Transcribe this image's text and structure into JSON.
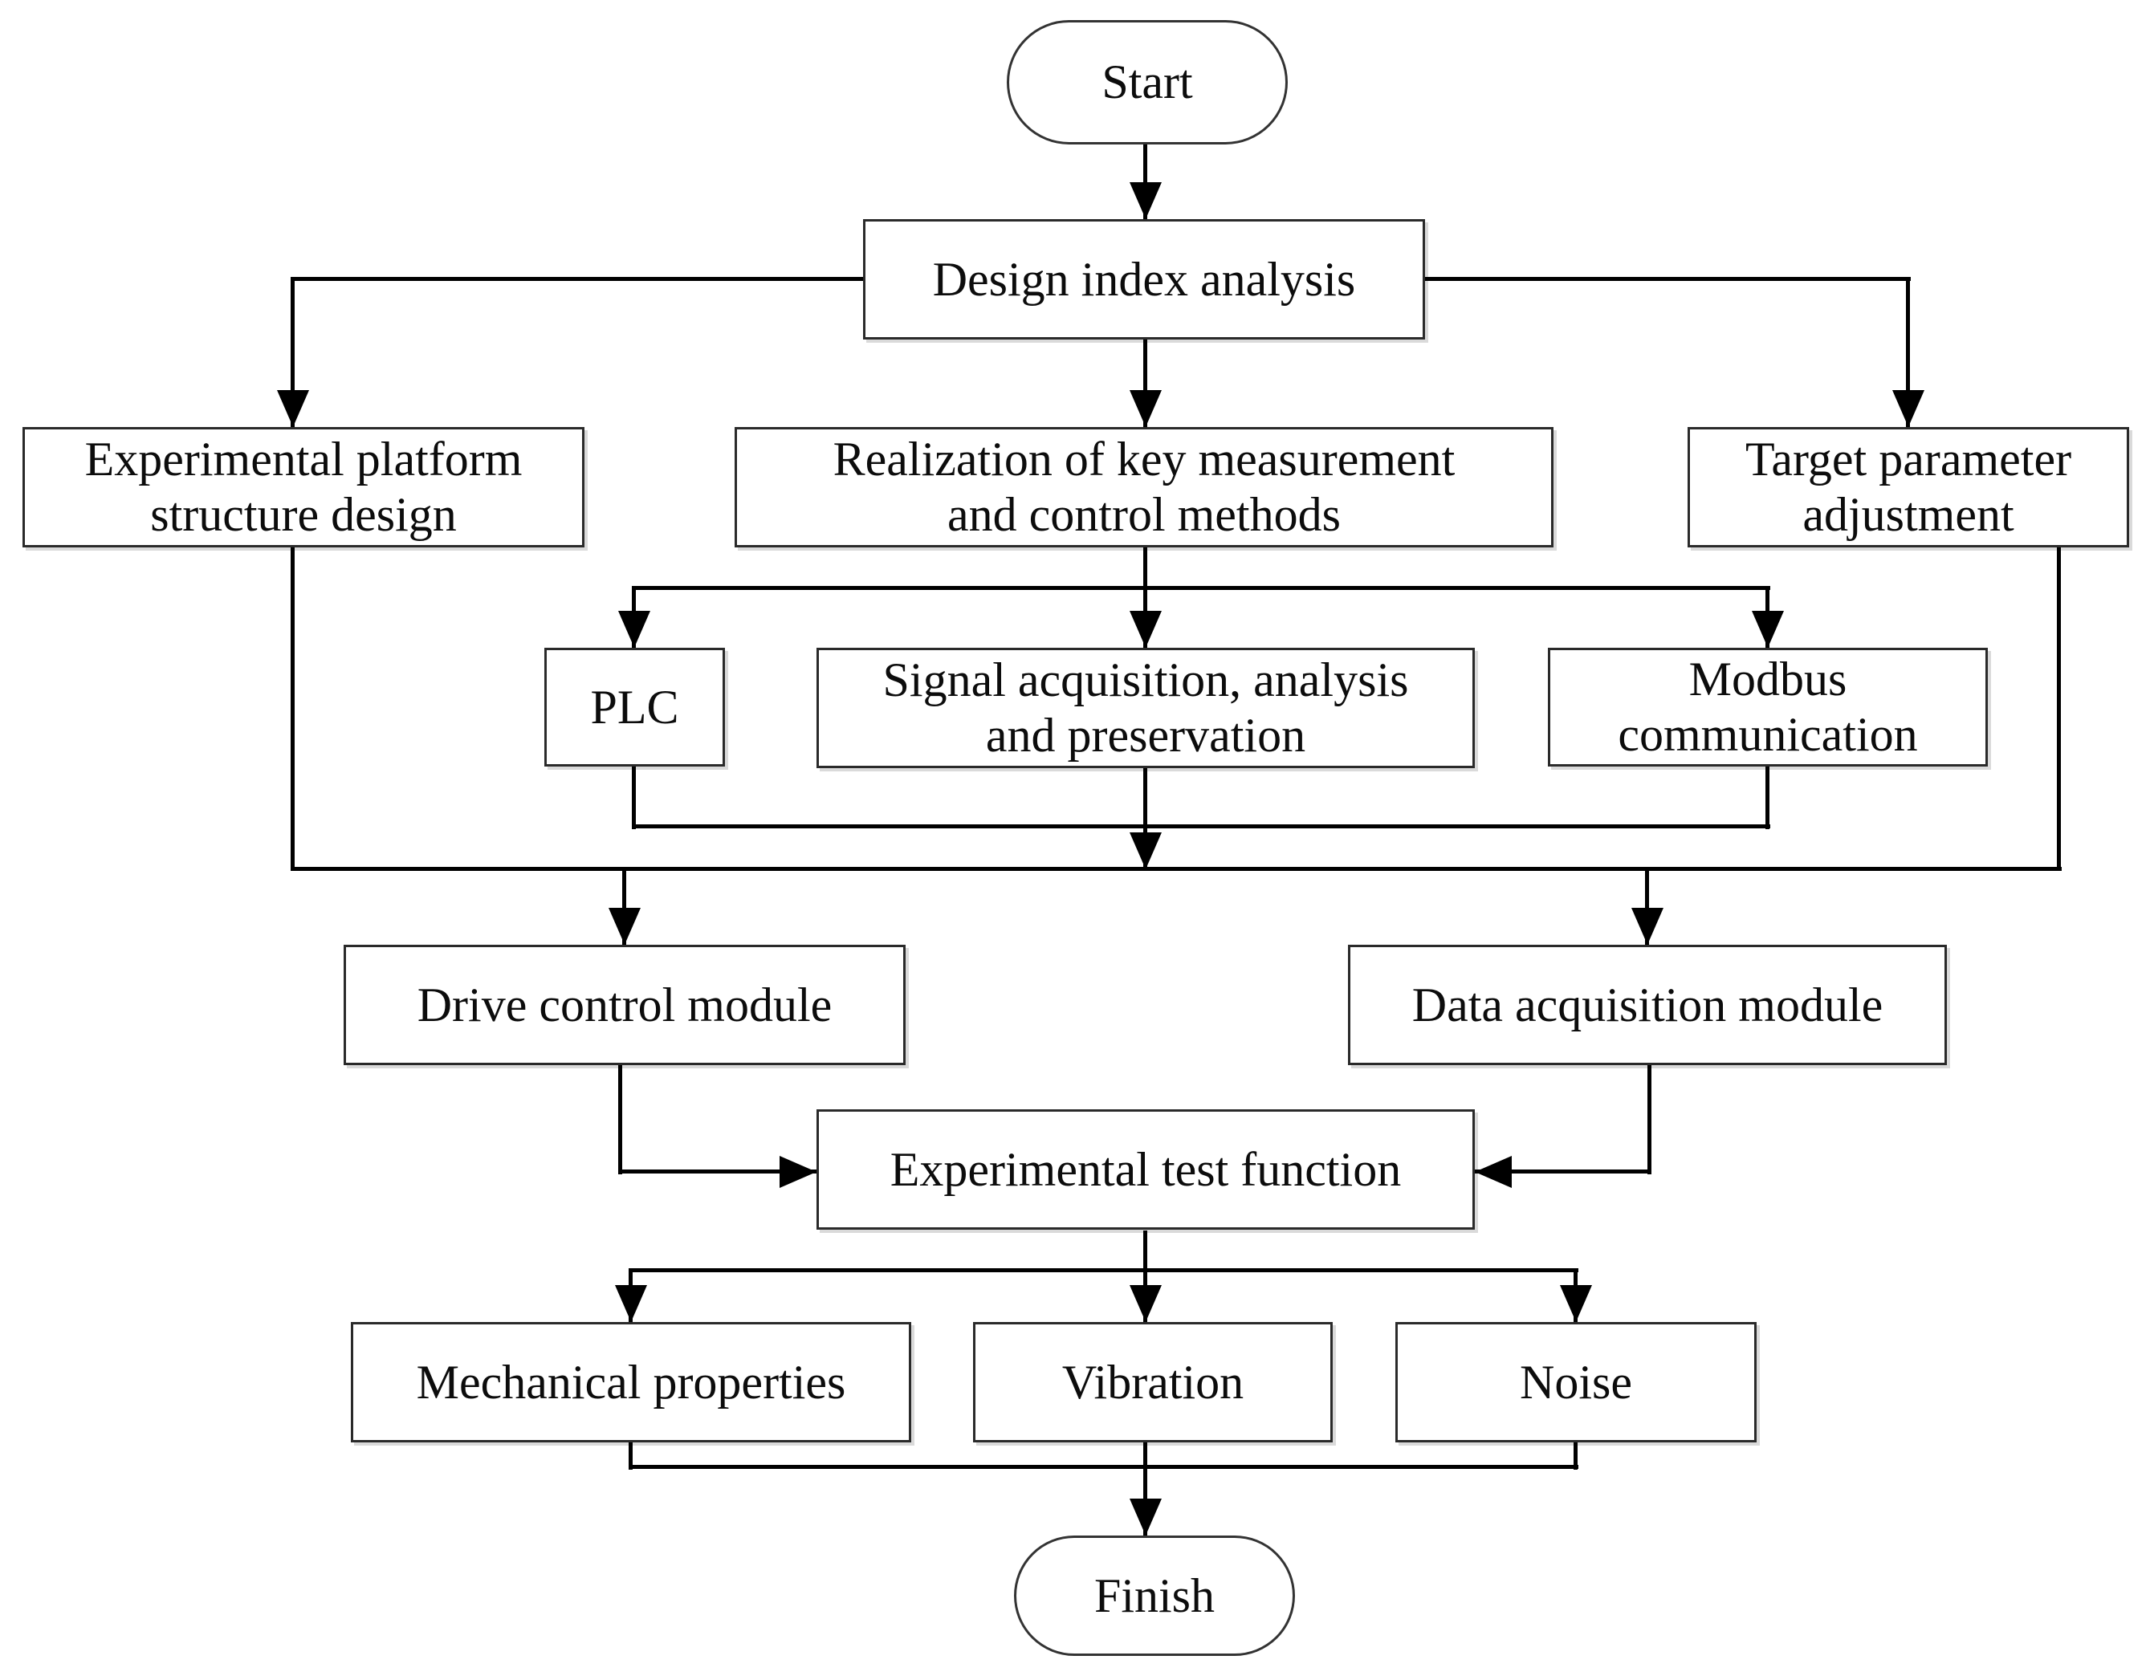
{
  "diagram": {
    "type": "flowchart",
    "colors": {
      "background": "#ffffff",
      "line": "#000000",
      "node_border": "#2a2a2a",
      "text": "#0c0c0c"
    },
    "nodes": {
      "start": "Start",
      "design_index": "Design index analysis",
      "experimental_platform": "Experimental platform structure design",
      "realization": "Realization of key measurement and control methods",
      "target_parameter": "Target parameter adjustment",
      "plc": "PLC",
      "signal_acquisition": "Signal acquisition, analysis and preservation",
      "modbus": "Modbus communication",
      "drive_control": "Drive control module",
      "data_acquisition": "Data acquisition module",
      "experimental_test": "Experimental test function",
      "mechanical": "Mechanical properties",
      "vibration": "Vibration",
      "noise": "Noise",
      "finish": "Finish"
    },
    "edges": [
      "start -> design_index",
      "design_index -> experimental_platform",
      "design_index -> realization",
      "design_index -> target_parameter",
      "realization -> plc",
      "realization -> signal_acquisition",
      "realization -> modbus",
      "experimental_platform -> module_bus",
      "plc -> module_bus",
      "signal_acquisition -> module_bus",
      "modbus -> module_bus",
      "target_parameter -> module_bus",
      "module_bus -> drive_control",
      "module_bus -> data_acquisition",
      "drive_control -> experimental_test",
      "data_acquisition -> experimental_test",
      "experimental_test -> mechanical",
      "experimental_test -> vibration",
      "experimental_test -> noise",
      "mechanical -> finish",
      "vibration -> finish",
      "noise -> finish"
    ]
  }
}
